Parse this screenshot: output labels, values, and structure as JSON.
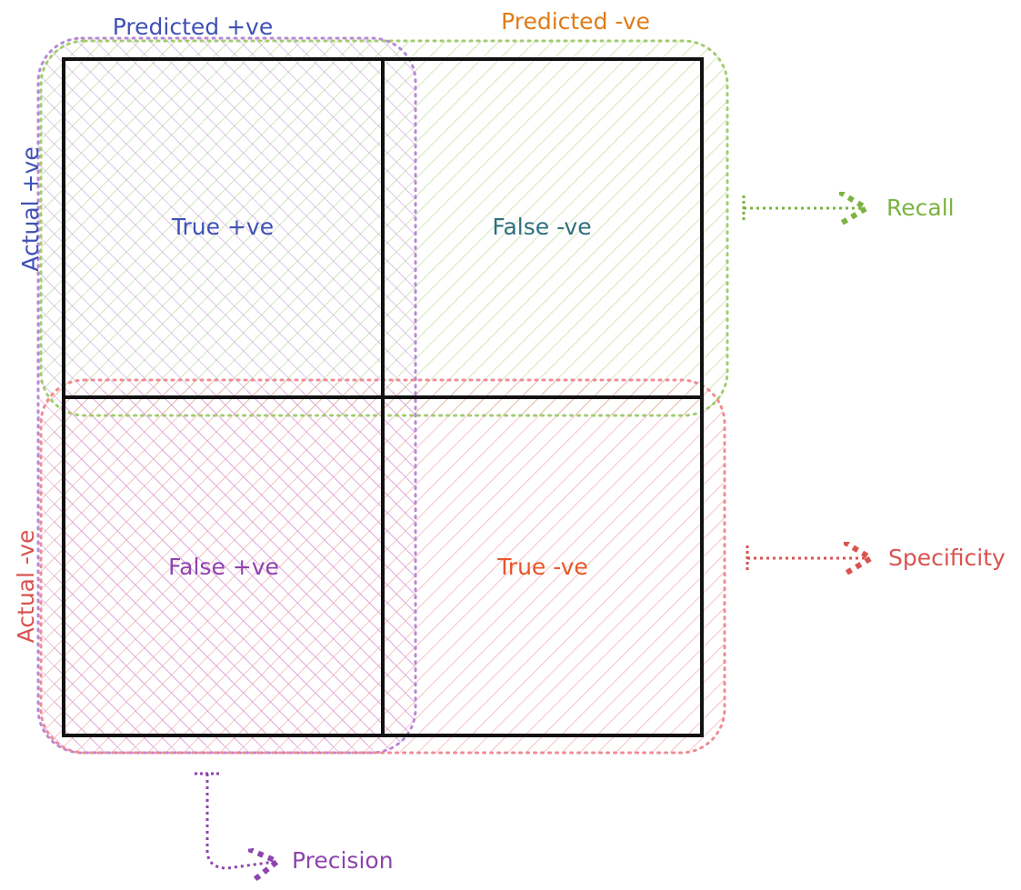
{
  "diagram": {
    "headers": {
      "predicted_pos": "Predicted +ve",
      "predicted_neg": "Predicted -ve",
      "actual_pos": "Actual +ve",
      "actual_neg": "Actual -ve"
    },
    "cells": {
      "tp": "True +ve",
      "fn": "False -ve",
      "fp": "False +ve",
      "tn": "True -ve"
    },
    "metrics": {
      "recall": "Recall",
      "specificity": "Specificity",
      "precision": "Precision"
    },
    "colors": {
      "grid": "#111111",
      "purple": "#b988d6",
      "green": "#a3cc71",
      "red": "#ef8c94",
      "blue_text": "#3f51b5",
      "teal_text": "#2f6f7f",
      "orange_text": "#e07b17",
      "purple_text": "#8e44ad",
      "red_text": "#d9534f",
      "green_text": "#7cb342",
      "tn_text": "#e8562a"
    }
  }
}
